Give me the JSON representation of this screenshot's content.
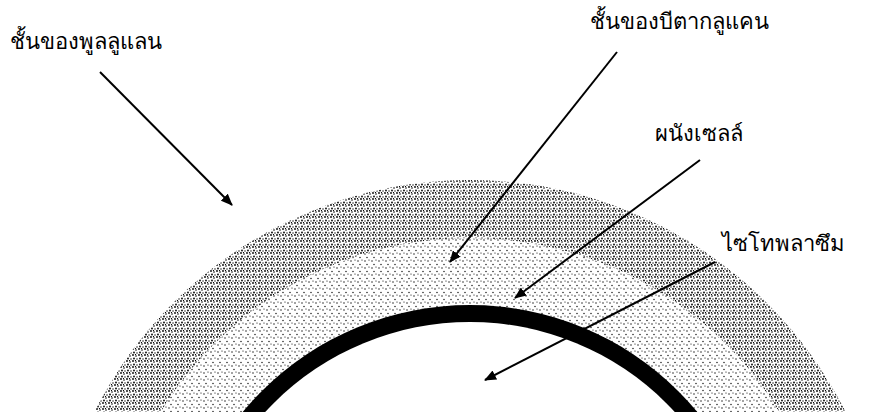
{
  "diagram": {
    "labels": [
      "ชั้นของพูลลูแลน",
      "ชั้นของบีตากลูแคน",
      "ผนังเซลล์",
      "ไซโทพลาซึม"
    ]
  }
}
